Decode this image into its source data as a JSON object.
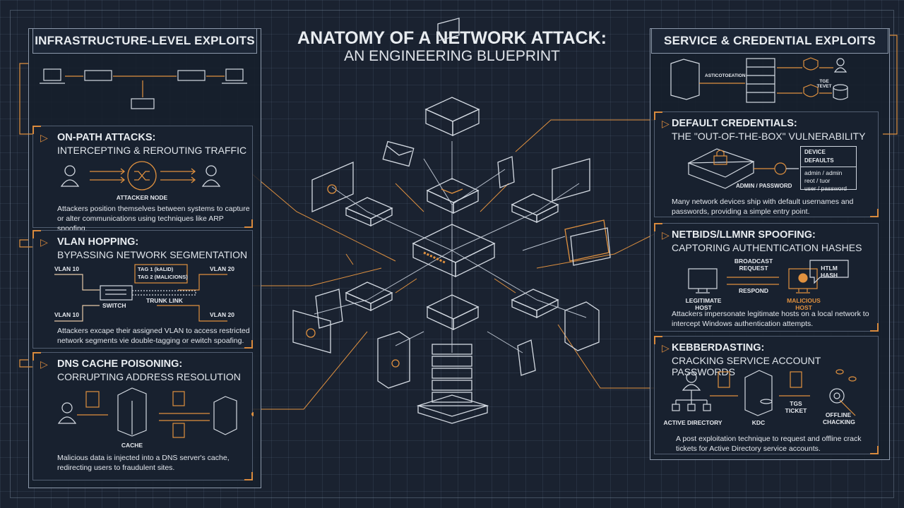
{
  "title": {
    "line1": "ANATOMY OF A NETWORK ATTACK:",
    "line2": "AN ENGINEERING BLUEPRINT"
  },
  "colors": {
    "background": "#1a2230",
    "accent": "#e0913f",
    "line": "#cfd6df"
  },
  "left": {
    "header": "INFRASTRUCTURE-LEVEL EXPLOITS",
    "on_path": {
      "title": "ON-PATH ATTACKS:",
      "subtitle": "INTERCEPTING & REROUTING TRAFFIC",
      "node_label": "ATTACKER NODE",
      "description": "Attackers position themselves between systems to capture or alter communications using techniques like ARP spoofing."
    },
    "vlan": {
      "title": "VLAN HOPPING:",
      "subtitle": "BYPASSING NETWORK SEGMENTATION",
      "vlan_a": "VLAN 10",
      "vlan_b": "VLAN 20",
      "tag1": "TAG 1 (kALID)",
      "tag2": "TAG 2 (MALICIONS)",
      "switch_label": "SWITCH",
      "trunk_label": "TRUNK LINK",
      "description": "Attackers excape their assigned VLAN to access restricted network segments vie double-tagging or ewitch spoafing."
    },
    "dns": {
      "title": "DNS CACHE POISONING:",
      "subtitle": "CORRUPTING ADDRESS RESOLUTION",
      "cache_label": "CACHE",
      "description": "Malicious data is injected into a DNS server's cache, redirecting users to fraudulent sites."
    }
  },
  "right": {
    "header": "SERVICE & CREDENTIAL EXPLOITS",
    "auth_label": "ASTICOTOEATION",
    "tge_label": "TGE TEVET",
    "default_creds": {
      "title": "DEFAULT CREDENTIALS:",
      "subtitle": "THE \"OUT-OF-THE-BOX\" VULNERABILITY",
      "device_label": "ADMIN / PASSWORD",
      "defaults_header": "DEVICE DEFAULTS",
      "defaults": [
        "admin / admin",
        "reot / tuor",
        "user / password"
      ],
      "description": "Many network devices ship with default usernames and passwords, providing a simple entry point."
    },
    "netbios": {
      "title": "NETBIDS/LLMNR SPOOFING:",
      "subtitle": "CAPTORING AUTHENTICATION HASHES",
      "broadcast": "BROADCAST REQUEST",
      "respond": "RESPOND",
      "hash": "HTLM HASH",
      "legit": "LEGITIMATE HOST",
      "malicious": "MALICIOUS HOST",
      "description": "Attackers impersonate legitimate hosts on a local network to intercept Windows authentication attempts."
    },
    "kerberoasting": {
      "title": "KEBBERDASTING:",
      "subtitle": "CRACKING SERVICE ACCOUNT PASSWORDS",
      "ad": "ACTIVE DIRECTORY",
      "kdc": "KDC",
      "tgs": "TGS TICKET",
      "offline": "OFFLINE CHACKING",
      "description": "A post exploitation technique to request and offline crack tickets for Active Directory service accounts."
    }
  }
}
